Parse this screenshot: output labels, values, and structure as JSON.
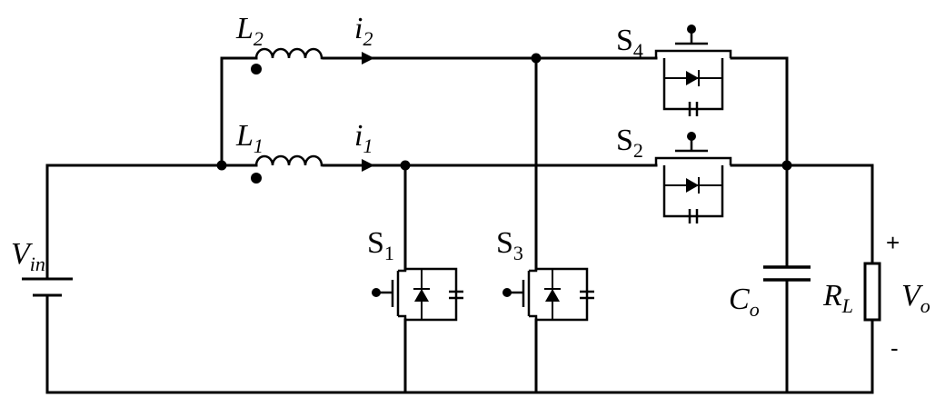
{
  "labels": {
    "L2": {
      "main": "L",
      "sub": "2"
    },
    "L1": {
      "main": "L",
      "sub": "1"
    },
    "i2": {
      "main": "i",
      "sub": "2"
    },
    "i1": {
      "main": "i",
      "sub": "1"
    },
    "S4": {
      "main": "S",
      "sub": "4"
    },
    "S2": {
      "main": "S",
      "sub": "2"
    },
    "S1": {
      "main": "S",
      "sub": "1"
    },
    "S3": {
      "main": "S",
      "sub": "3"
    },
    "Vin": {
      "main": "V",
      "sub": "in"
    },
    "Co": {
      "main": "C",
      "sub": "o"
    },
    "RL": {
      "main": "R",
      "sub": "L"
    },
    "Vo": {
      "main": "V",
      "sub": "o"
    },
    "plus": "+",
    "minus": "-"
  }
}
